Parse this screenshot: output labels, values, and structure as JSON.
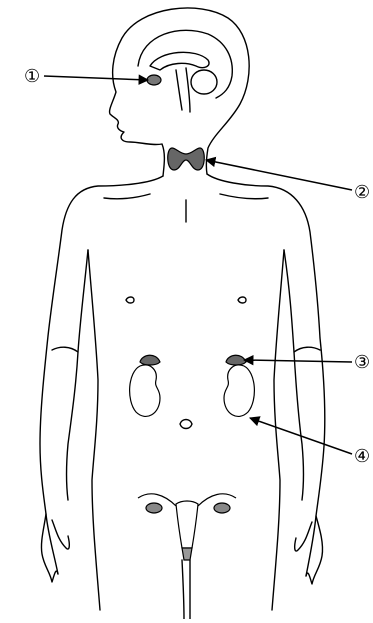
{
  "labels": [
    {
      "id": "label-1",
      "text": "①"
    },
    {
      "id": "label-2",
      "text": "②"
    },
    {
      "id": "label-3",
      "text": "③"
    },
    {
      "id": "label-4",
      "text": "④"
    }
  ],
  "colors": {
    "ink": "#000000",
    "gland": "#555555",
    "background": "#ffffff"
  }
}
